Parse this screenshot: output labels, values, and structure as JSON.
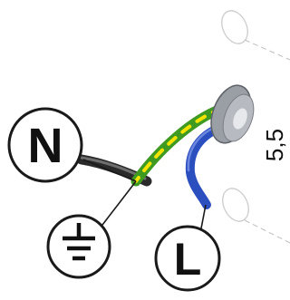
{
  "labels": {
    "neutral": "N",
    "live": "L",
    "strip_length": "5,5"
  },
  "icons": {
    "ground": "protective-earth-symbol"
  },
  "colors": {
    "neutral_wire": "#3d3d3d",
    "earth_green": "#4caf2a",
    "earth_yellow": "#f2e400",
    "live_wire": "#2c4fbf",
    "gland": "#8c9097"
  }
}
